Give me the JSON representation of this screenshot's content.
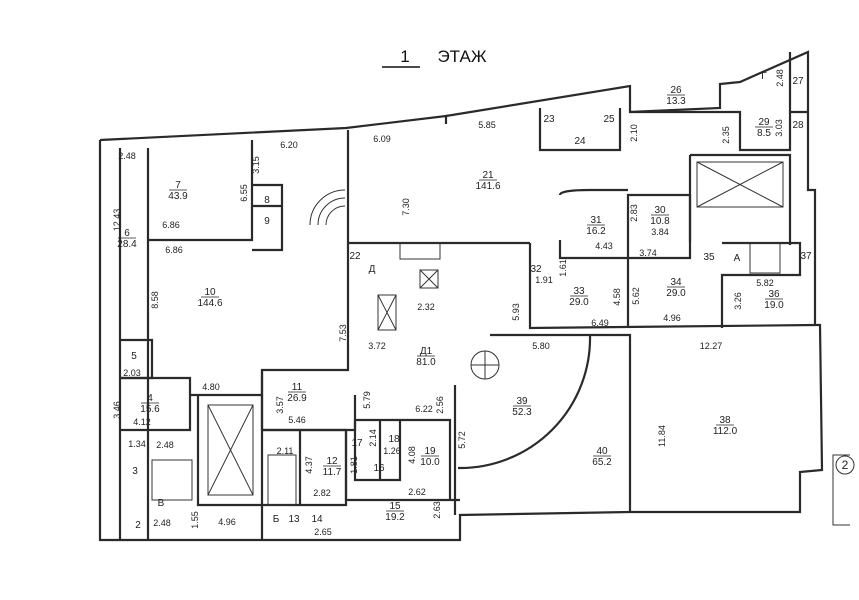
{
  "title": {
    "number": "1",
    "label": "ЭТАЖ"
  },
  "sheet_marker": "2",
  "rooms": {
    "r2": {
      "num": "2"
    },
    "r3": {
      "num": "3"
    },
    "r4": {
      "num": "4",
      "area": "15.6"
    },
    "r5": {
      "num": "5"
    },
    "r6": {
      "num": "6",
      "area": "28.4"
    },
    "r7": {
      "num": "7",
      "area": "43.9"
    },
    "r8": {
      "num": "8"
    },
    "r9": {
      "num": "9"
    },
    "r10": {
      "num": "10",
      "area": "144.6"
    },
    "r11": {
      "num": "11",
      "area": "26.9"
    },
    "r12": {
      "num": "12",
      "area": "11.7"
    },
    "r13": {
      "num": "13"
    },
    "r14": {
      "num": "14"
    },
    "r15": {
      "num": "15",
      "area": "19.2"
    },
    "r16": {
      "num": "16"
    },
    "r17": {
      "num": "17"
    },
    "r18": {
      "num": "18"
    },
    "r19": {
      "num": "19",
      "area": "10.0"
    },
    "r21": {
      "num": "21",
      "area": "141.6"
    },
    "r22": {
      "num": "22"
    },
    "r23": {
      "num": "23"
    },
    "r24": {
      "num": "24"
    },
    "r25": {
      "num": "25"
    },
    "r26": {
      "num": "26",
      "area": "13.3"
    },
    "r27": {
      "num": "27"
    },
    "r28": {
      "num": "28"
    },
    "r29": {
      "num": "29",
      "area": "8.5"
    },
    "r30": {
      "num": "30",
      "area": "10.8"
    },
    "r31": {
      "num": "31",
      "area": "16.2"
    },
    "r32": {
      "num": "32"
    },
    "r33": {
      "num": "33",
      "area": "29.0"
    },
    "r34": {
      "num": "34",
      "area": "29.0"
    },
    "r35": {
      "num": "35"
    },
    "r36": {
      "num": "36",
      "area": "19.0"
    },
    "r37": {
      "num": "37"
    },
    "r38": {
      "num": "38",
      "area": "112.0"
    },
    "r39": {
      "num": "39",
      "area": "52.3"
    },
    "r40": {
      "num": "40",
      "area": "65.2"
    },
    "rD1": {
      "num": "Д1",
      "area": "81.0"
    },
    "sA": {
      "num": "А"
    },
    "sB": {
      "num": "Б"
    },
    "sV": {
      "num": "В"
    },
    "sG": {
      "num": "Г"
    },
    "sD": {
      "num": "Д"
    }
  },
  "dims": [
    "2.48",
    "12.43",
    "6.86",
    "6.86",
    "6.55",
    "3.15",
    "6.20",
    "6.09",
    "7.30",
    "8.58",
    "7.53",
    "2.32",
    "3.72",
    "2.03",
    "4.80",
    "3.46",
    "4.12",
    "1.34",
    "2.48",
    "3.57",
    "5.46",
    "5.79",
    "6.22",
    "2.56",
    "2.11",
    "4.37",
    "2.14",
    "1.26",
    "4.08",
    "1.81",
    "2.82",
    "2.62",
    "2.63",
    "2.65",
    "2.48",
    "1.55",
    "4.96",
    "5.72",
    "5.80",
    "5.85",
    "2.10",
    "2.35",
    "2.48",
    "3.03",
    "4.43",
    "2.83",
    "3.84",
    "3.74",
    "1.61",
    "1.91",
    "5.93",
    "4.58",
    "6.49",
    "5.62",
    "4.96",
    "5.82",
    "3.26",
    "12.27",
    "11.84"
  ]
}
